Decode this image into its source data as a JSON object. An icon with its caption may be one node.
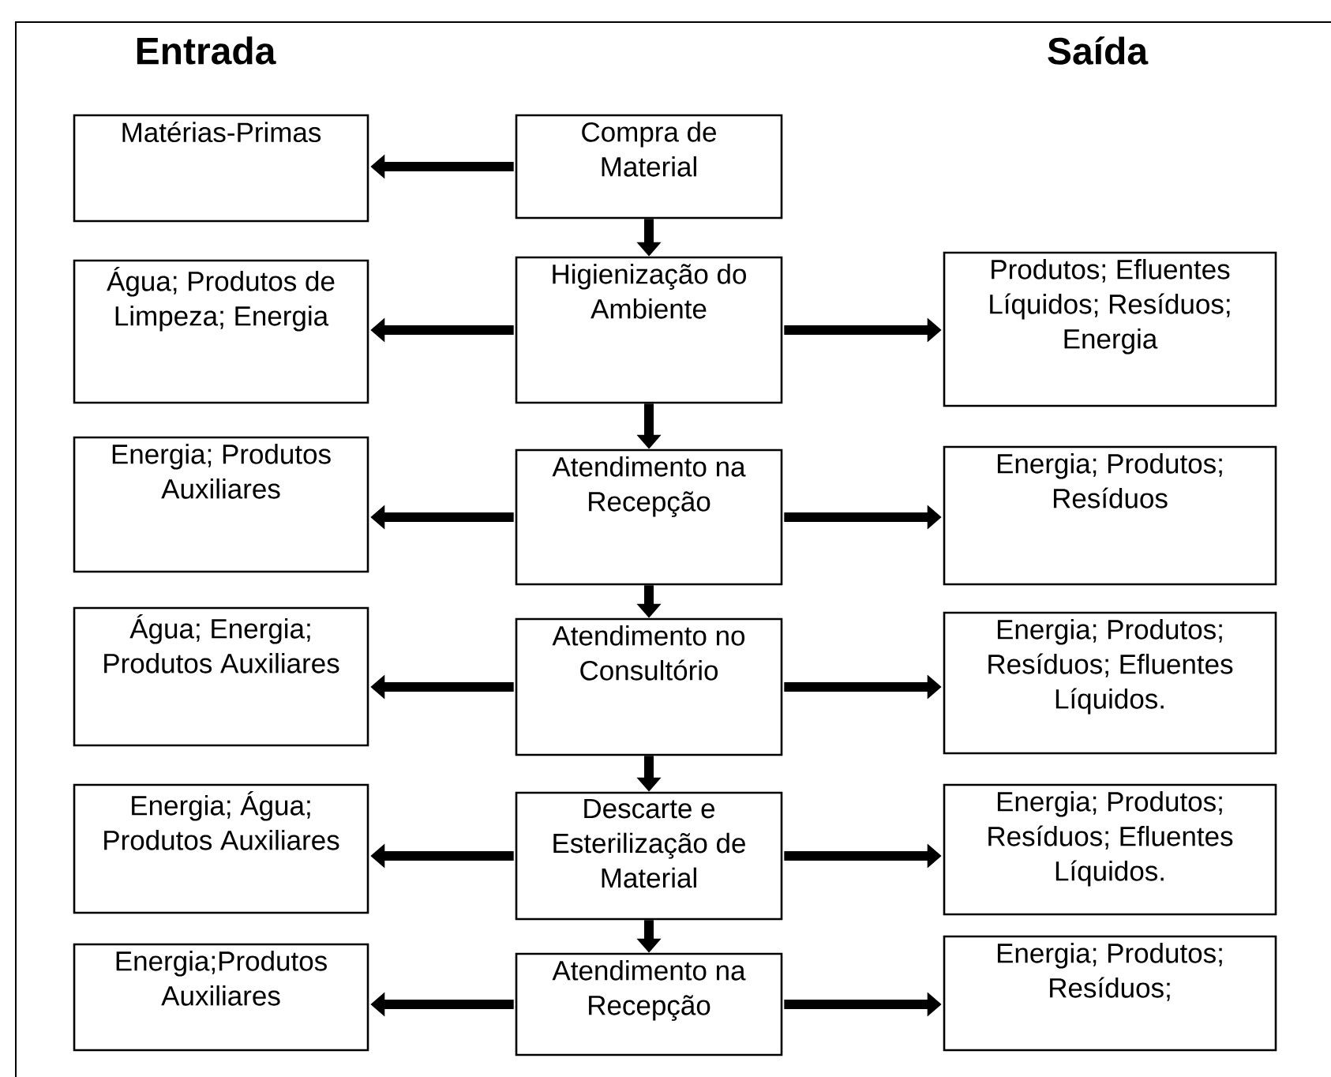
{
  "diagram": {
    "nodes": [
      {
        "text": [
          "Matérias-Primas"
        ]
      },
      {
        "text": [
          "Compra de Material"
        ]
      },
      {
        "text": [
          "Água; Produtos de Limpeza; Energia"
        ]
      },
      {
        "text": [
          "Higienização do Ambiente"
        ]
      },
      {
        "text": [
          "Produtos; Efluentes Líquidos; Resíduos; Energia"
        ]
      },
      {
        "text": [
          "Energia; Produtos Auxiliares"
        ]
      },
      {
        "text": [
          "Atendimento na Recepção"
        ]
      },
      {
        "text": [
          "Energia; Produtos; Resíduos"
        ]
      },
      {
        "text": [
          "Água; Energia; Produtos Auxiliares"
        ]
      },
      {
        "text": [
          "Atendimento no Consultório"
        ]
      },
      {
        "text": [
          "Energia; Produtos; Resíduos; Efluentes Líquidos."
        ]
      },
      {
        "text": [
          "Energia; Água; Produtos Auxiliares"
        ]
      },
      {
        "text": [
          "Descarte e Esterilização de Material"
        ]
      },
      {
        "text": [
          "Energia; Produtos; Resíduos; Efluentes Líquidos."
        ]
      },
      {
        "text": [
          "Energia;Produtos Auxiliares"
        ]
      },
      {
        "text": [
          "Atendimento na Recepção"
        ]
      },
      {
        "text": [
          "Energia; Produtos; Resíduos;"
        ]
      }
    ],
    "edges": [
      {
        "from": 1,
        "to": 0,
        "arrow": "to"
      },
      {
        "from": 1,
        "to": 3,
        "arrow": "to"
      },
      {
        "from": 3,
        "to": 2,
        "arrow": "to"
      },
      {
        "from": 3,
        "to": 4,
        "arrow": "to"
      },
      {
        "from": 3,
        "to": 6,
        "arrow": "to"
      },
      {
        "from": 6,
        "to": 5,
        "arrow": "to"
      },
      {
        "from": 6,
        "to": 7,
        "arrow": "to"
      },
      {
        "from": 6,
        "to": 9,
        "arrow": "to"
      },
      {
        "from": 9,
        "to": 8,
        "arrow": "to"
      },
      {
        "from": 9,
        "to": 10,
        "arrow": "to"
      },
      {
        "from": 9,
        "to": 12,
        "arrow": "to"
      },
      {
        "from": 12,
        "to": 11,
        "arrow": "to"
      },
      {
        "from": 12,
        "to": 13,
        "arrow": "to"
      },
      {
        "from": 12,
        "to": 15,
        "arrow": "to"
      },
      {
        "from": 15,
        "to": 14,
        "arrow": "to"
      },
      {
        "from": 15,
        "to": 16,
        "arrow": "to"
      }
    ],
    "labels": [
      "Entrada",
      "Saída"
    ]
  }
}
